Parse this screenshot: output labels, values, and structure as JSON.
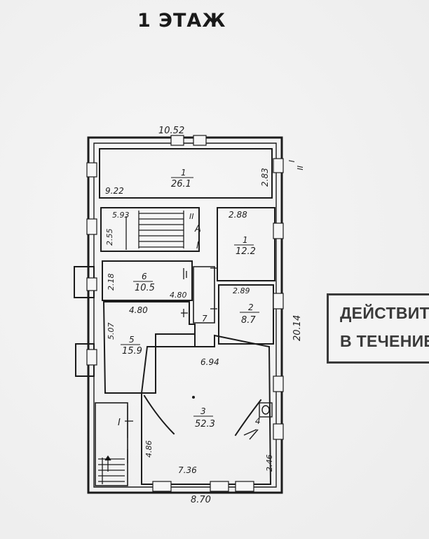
{
  "title": "1 ЭТАЖ",
  "stamp": {
    "line1": "ДЕЙСТВИТ",
    "line2": "В ТЕЧЕНИЕ"
  },
  "rooms": [
    {
      "num": "1",
      "area": "26.1"
    },
    {
      "num": "1",
      "area": "12.2"
    },
    {
      "num": "6",
      "area": "10.5"
    },
    {
      "num": "2",
      "area": "8.7"
    },
    {
      "num": "5",
      "area": "15.9"
    },
    {
      "num": "3",
      "area": "52.3"
    },
    {
      "num": "4",
      "area": ""
    },
    {
      "num": "7",
      "area": ""
    }
  ],
  "dimensions": {
    "top": "10.52",
    "bottom": "8.70",
    "right": "20.14",
    "d1": "9.22",
    "d2": "2.83",
    "d3": "5.93",
    "d4": "2.55",
    "d5": "2.88",
    "d6": "2.18",
    "d7": "4.80",
    "d8": "4.80",
    "d9": "2.89",
    "d10": "5.07",
    "d11": "6.94",
    "d12": "4.86",
    "d13": "7.36",
    "d14": "2.46"
  },
  "marks": {
    "roman1": "I",
    "roman2": "II",
    "stair_a": "А",
    "roman_stair": "I",
    "roman_stair2": "II",
    "roman_left": "I"
  }
}
